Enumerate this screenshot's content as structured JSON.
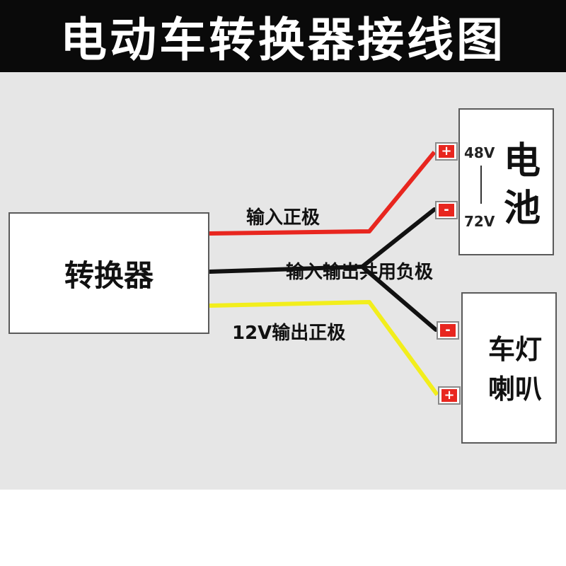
{
  "header": {
    "title": "电动车转换器接线图"
  },
  "converter": {
    "label": "转换器"
  },
  "battery": {
    "label": "电池",
    "voltage_low": "48V",
    "voltage_high": "72V"
  },
  "load": {
    "label": "车灯喇叭"
  },
  "terminals": {
    "positive": "+",
    "negative": "-"
  },
  "wire_labels": {
    "input_positive": "输入正极",
    "common_negative": "输入输出共用负极",
    "output_positive": "12V输出正极"
  },
  "colors": {
    "input_positive_wire": "#e8261f",
    "common_negative_wire": "#111111",
    "output_positive_wire": "#f2ee1c",
    "terminal_badge": "#e8261f",
    "header_bg": "#0a0a0a"
  }
}
